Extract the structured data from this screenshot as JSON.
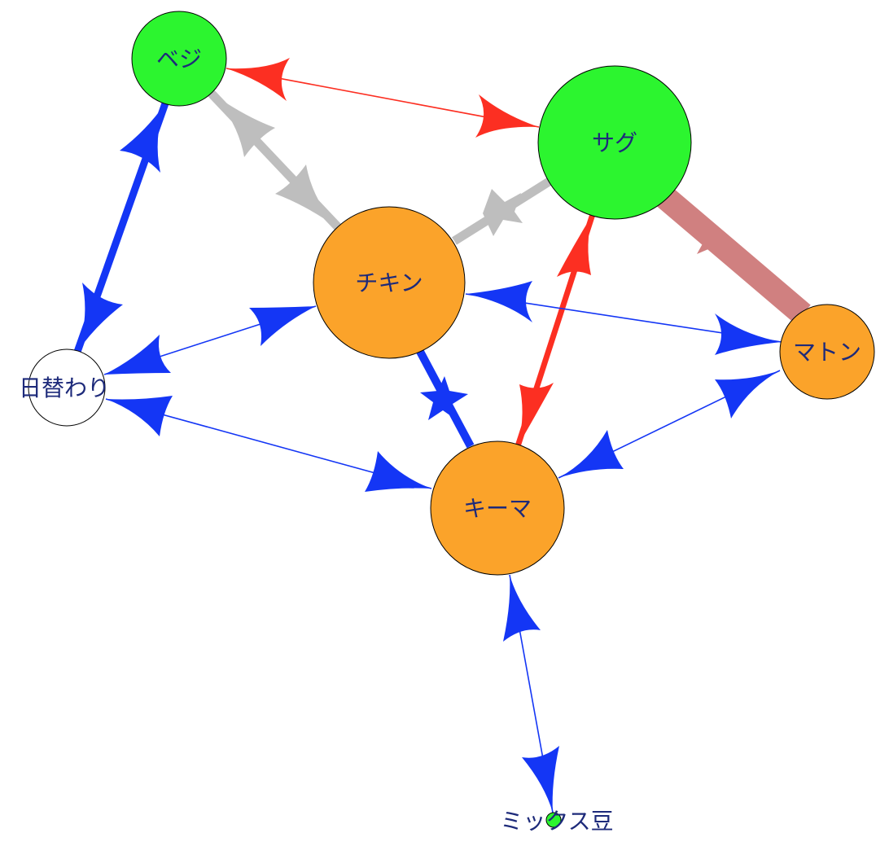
{
  "colors": {
    "blue": "#1436f5",
    "red": "#fc2f22",
    "gray": "#bebebe",
    "rose": "#d08080",
    "green_node": "#2cf52f",
    "orange_node": "#fba32a",
    "white_node": "#ffffff",
    "label": "#1d2a7a"
  },
  "nodes": [
    {
      "id": "veggie",
      "label": "ベジ",
      "fill": "#2cf52f"
    },
    {
      "id": "saag",
      "label": "サグ",
      "fill": "#2cf52f"
    },
    {
      "id": "chicken",
      "label": "チキン",
      "fill": "#fba32a"
    },
    {
      "id": "mutton",
      "label": "マトン",
      "fill": "#fba32a"
    },
    {
      "id": "daily",
      "label": "日替わり",
      "fill": "#ffffff"
    },
    {
      "id": "keema",
      "label": "キーマ",
      "fill": "#fba32a"
    },
    {
      "id": "mixbean",
      "label": "ミックス豆",
      "fill": "#2cf52f"
    }
  ],
  "edges": [
    {
      "from": "veggie",
      "to": "saag",
      "color": "#fc2f22"
    },
    {
      "from": "veggie",
      "to": "daily",
      "color": "#1436f5"
    },
    {
      "from": "veggie",
      "to": "chicken",
      "color": "#bebebe"
    },
    {
      "from": "chicken",
      "to": "saag",
      "color": "#bebebe"
    },
    {
      "from": "saag",
      "to": "mutton",
      "color": "#d08080"
    },
    {
      "from": "saag",
      "to": "keema",
      "color": "#fc2f22"
    },
    {
      "from": "chicken",
      "to": "mutton",
      "color": "#1436f5"
    },
    {
      "from": "chicken",
      "to": "daily",
      "color": "#1436f5"
    },
    {
      "from": "chicken",
      "to": "keema",
      "color": "#1436f5"
    },
    {
      "from": "daily",
      "to": "keema",
      "color": "#1436f5"
    },
    {
      "from": "mutton",
      "to": "keema",
      "color": "#1436f5"
    },
    {
      "from": "keema",
      "to": "mixbean",
      "color": "#1436f5"
    }
  ]
}
